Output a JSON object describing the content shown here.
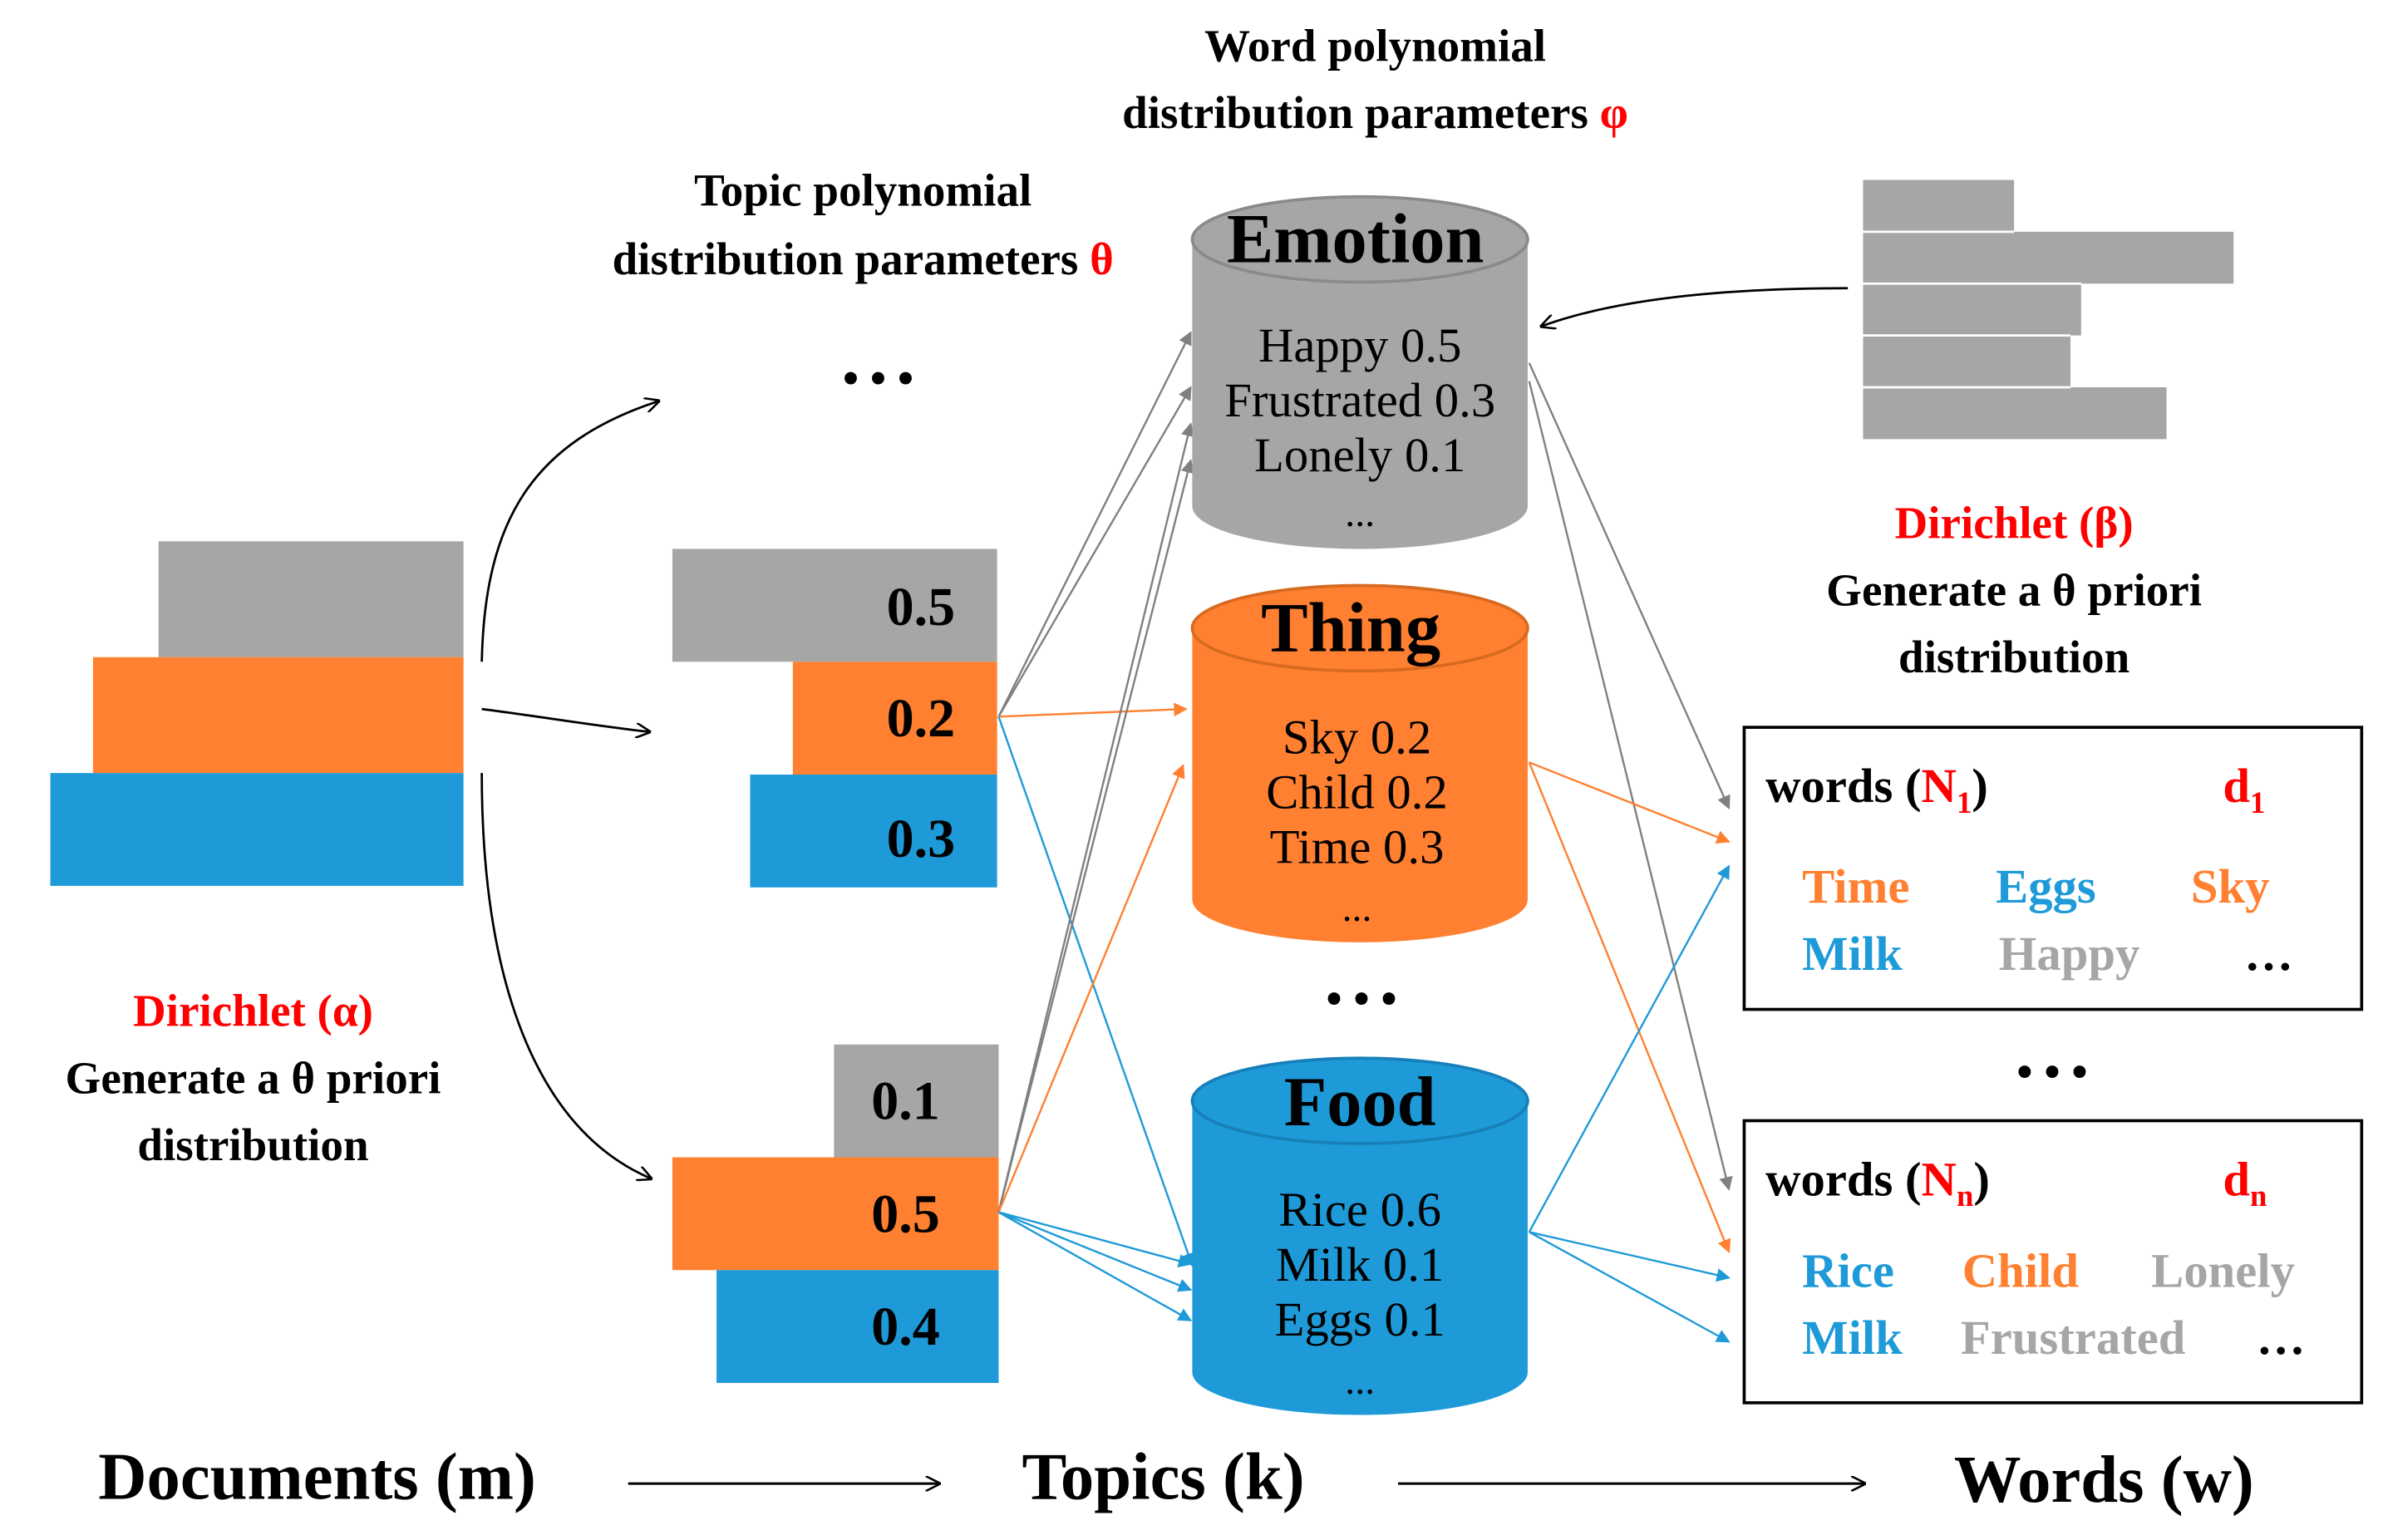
{
  "colors": {
    "gray": "#a6a6a6",
    "orange": "#ff8030",
    "blue": "#1e9ad8",
    "red": "#ff0000",
    "black": "#000000"
  },
  "top_labels": {
    "word_param_line1": "Word polynomial",
    "word_param_line2": "distribution parameters",
    "word_param_symbol": "φ",
    "topic_param_line1": "Topic polynomial",
    "topic_param_line2": "distribution parameters",
    "topic_param_symbol": "θ"
  },
  "ellipsis": "• • •",
  "left_prior": {
    "dirichlet": "Dirichlet (α)",
    "line2": "Generate a θ priori",
    "line3": "distribution"
  },
  "right_prior": {
    "dirichlet": "Dirichlet (β)",
    "line2": "Generate a θ priori",
    "line3": "distribution"
  },
  "doc_topic_mix_1": [
    "0.5",
    "0.2",
    "0.3"
  ],
  "doc_topic_mix_2": [
    "0.1",
    "0.5",
    "0.4"
  ],
  "topics": [
    {
      "name": "Emotion",
      "items": [
        "Happy 0.5",
        "Frustrated 0.3",
        "Lonely 0.1",
        "..."
      ]
    },
    {
      "name": "Thing",
      "items": [
        "Sky 0.2",
        "Child 0.2",
        "Time 0.3",
        "..."
      ]
    },
    {
      "name": "Food",
      "items": [
        "Rice 0.6",
        "Milk 0.1",
        "Eggs 0.1",
        "..."
      ]
    }
  ],
  "doc_boxes": [
    {
      "label": "words (",
      "n_main": "N",
      "n_sub": "1",
      "label_close": ")",
      "d_main": "d",
      "d_sub": "1",
      "row1": [
        "Time",
        "Eggs",
        "Sky"
      ],
      "row2": [
        "Milk",
        "Happy",
        "…"
      ]
    },
    {
      "label": "words (",
      "n_main": "N",
      "n_sub": "n",
      "label_close": ")",
      "d_main": "d",
      "d_sub": "n",
      "row1": [
        "Rice",
        "Child",
        "Lonely"
      ],
      "row2": [
        "Milk",
        "Frustrated",
        "…"
      ]
    }
  ],
  "bottom": {
    "documents": "Documents (m)",
    "topics": "Topics (k)",
    "words": "Words (w)"
  }
}
